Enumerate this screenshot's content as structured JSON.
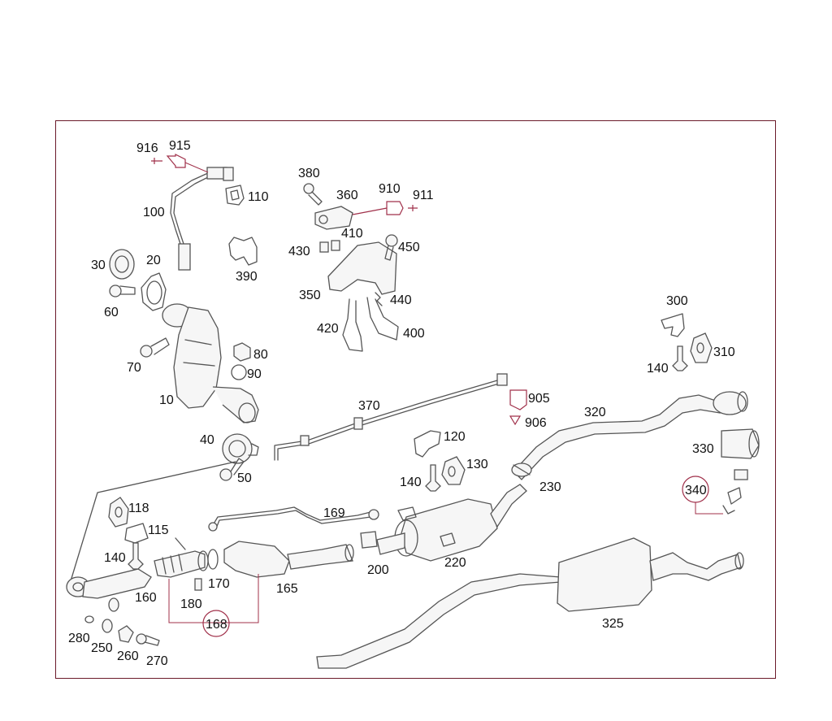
{
  "diagram": {
    "callouts": {
      "p916": "916",
      "p915": "915",
      "p110": "110",
      "p100": "100",
      "p30": "30",
      "p20": "20",
      "p60": "60",
      "p390": "390",
      "p70": "70",
      "p80": "80",
      "p90": "90",
      "p10": "10",
      "p40": "40",
      "p50": "50",
      "p380": "380",
      "p360": "360",
      "p910": "910",
      "p911": "911",
      "p410": "410",
      "p430": "430",
      "p450": "450",
      "p350": "350",
      "p440": "440",
      "p420": "420",
      "p400": "400",
      "p300": "300",
      "p310": "310",
      "p140a": "140",
      "p370": "370",
      "p905": "905",
      "p906": "906",
      "p320": "320",
      "p330": "330",
      "p340": "340",
      "p120": "120",
      "p130": "130",
      "p140b": "140",
      "p230": "230",
      "p220": "220",
      "p200": "200",
      "p118": "118",
      "p115": "115",
      "p140c": "140",
      "p169": "169",
      "p170": "170",
      "p165": "165",
      "p160": "160",
      "p180": "180",
      "p168": "168",
      "p280": "280",
      "p250": "250",
      "p260": "260",
      "p270": "270",
      "p325": "325"
    }
  }
}
